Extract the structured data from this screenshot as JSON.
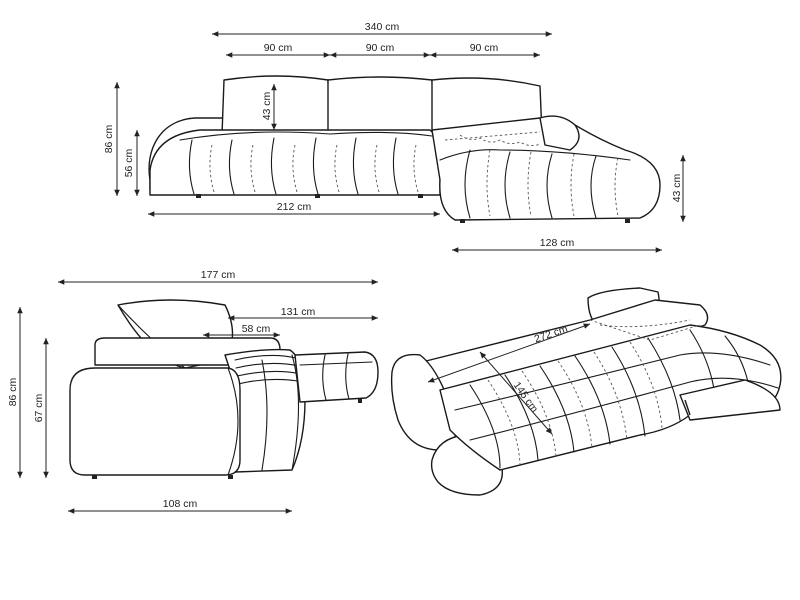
{
  "dimensions": {
    "front": {
      "total_width": "340 cm",
      "back_cushion_1": "90 cm",
      "back_cushion_2": "90 cm",
      "back_cushion_3": "90 cm",
      "cushion_height": "43 cm",
      "total_height": "86 cm",
      "seat_height": "56 cm",
      "seat_width": "212 cm",
      "chaise_height": "43 cm",
      "chaise_width": "128 cm"
    },
    "side": {
      "total_depth": "177 cm",
      "chaise_depth": "131 cm",
      "seat_depth": "58 cm",
      "total_height": "86 cm",
      "armrest_height": "67 cm",
      "base_depth": "108 cm"
    },
    "bed": {
      "bed_length": "272 cm",
      "bed_width": "145 cm"
    }
  }
}
